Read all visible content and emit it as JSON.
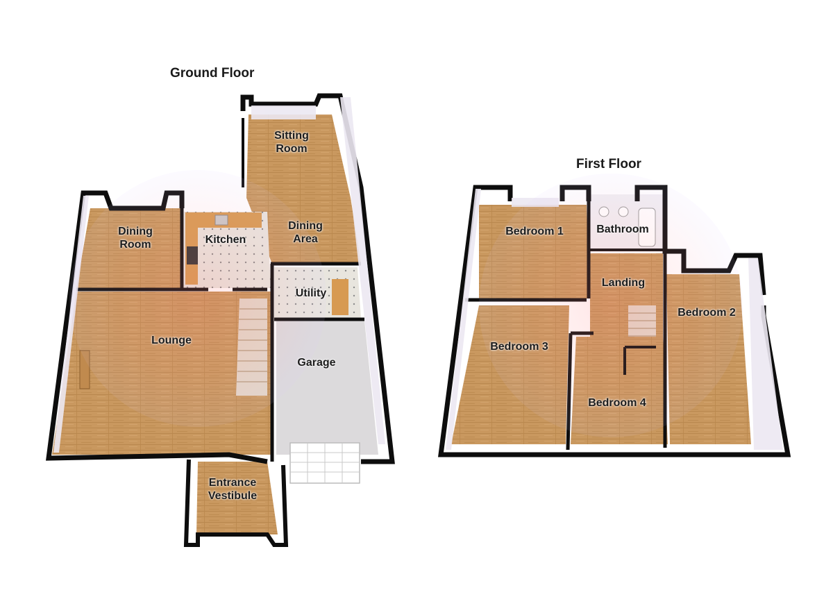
{
  "floors": [
    {
      "title": "Ground Floor",
      "rooms": [
        {
          "label": "Sitting\nRoom"
        },
        {
          "label": "Dining\nRoom"
        },
        {
          "label": "Kitchen"
        },
        {
          "label": "Dining\nArea"
        },
        {
          "label": "Utility"
        },
        {
          "label": "Lounge"
        },
        {
          "label": "Garage"
        },
        {
          "label": "Entrance\nVestibule"
        }
      ]
    },
    {
      "title": "First Floor",
      "rooms": [
        {
          "label": "Bedroom 1"
        },
        {
          "label": "Bathroom"
        },
        {
          "label": "Landing"
        },
        {
          "label": "Bedroom 2"
        },
        {
          "label": "Bedroom 3"
        },
        {
          "label": "Bedroom 4"
        }
      ]
    }
  ],
  "colors": {
    "wall": "#0d0d0d",
    "wall_face": "#e9e4f0",
    "wood_floor": "#c99862",
    "tile_floor": "#e6e3dc",
    "garage_floor": "#d9d6d8",
    "watermark": "#e6b4d6"
  }
}
